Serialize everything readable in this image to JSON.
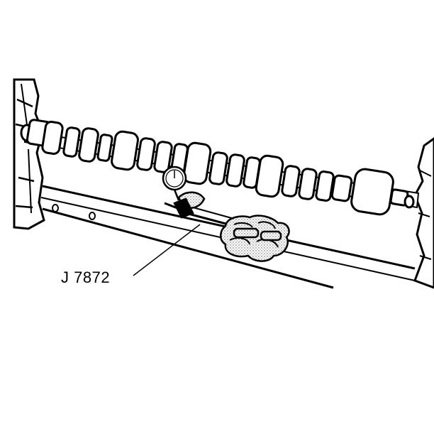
{
  "figure": {
    "callout_label": "J 7872"
  },
  "colors": {
    "ink": "#000000",
    "paper": "#ffffff",
    "stipple": "#9a9a9a"
  },
  "components": [
    "camshaft",
    "support-fixture",
    "dial-indicator",
    "magnetic-base"
  ]
}
